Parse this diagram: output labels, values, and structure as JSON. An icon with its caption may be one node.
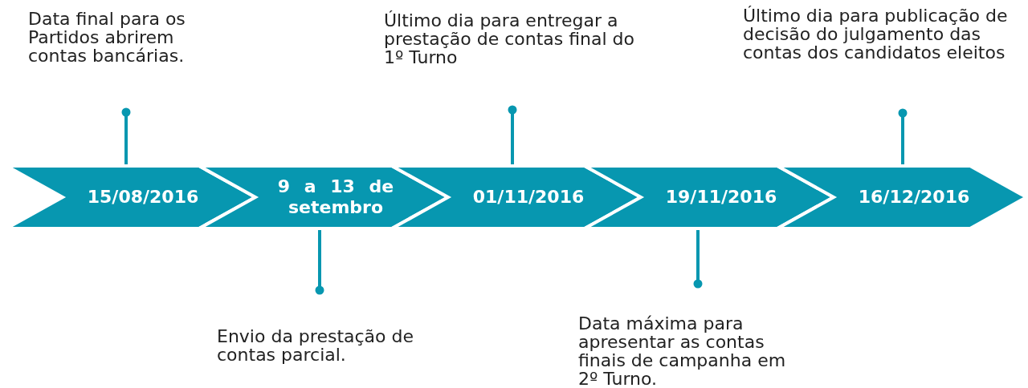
{
  "diagram": {
    "nodes": [
      {
        "text": [
          "15/08/2016"
        ]
      },
      {
        "text": [
          "9 a 13 de setembro"
        ]
      },
      {
        "text": [
          "01/11/2016"
        ]
      },
      {
        "text": [
          "19/11/2016"
        ]
      },
      {
        "text": [
          "16/12/2016"
        ]
      },
      {
        "text": [
          "Data final para os Partidos abrirem contas bancárias."
        ]
      },
      {
        "text": [
          "Envio da prestação de contas parcial."
        ]
      },
      {
        "text": [
          "Último dia para entregar a prestação de contas final do 1º Turno"
        ]
      },
      {
        "text": [
          "Data máxima para apresentar as contas finais de campanha em 2º Turno."
        ]
      },
      {
        "text": [
          "Último dia para publicação de decisão do julgamento das contas dos candidatos eleitos"
        ]
      }
    ],
    "edges": [
      {
        "from": 5,
        "to": 0,
        "arrow": "other"
      },
      {
        "from": 6,
        "to": 1,
        "arrow": "other"
      },
      {
        "from": 7,
        "to": 2,
        "arrow": "other"
      },
      {
        "from": 8,
        "to": 3,
        "arrow": "other"
      },
      {
        "from": 9,
        "to": 4,
        "arrow": "other"
      }
    ]
  }
}
